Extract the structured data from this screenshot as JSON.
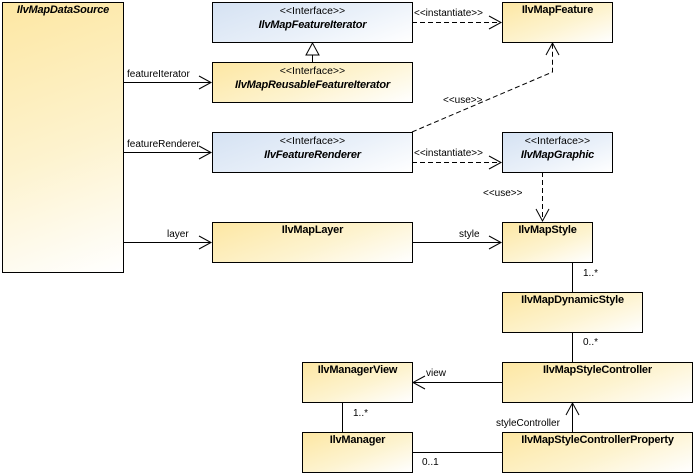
{
  "diagram": {
    "type": "UML class diagram",
    "stereotype_interface": "<<Interface>>",
    "colors": {
      "class_fill": "#fde7a3",
      "interface_fill": "#d5e2f3",
      "line": "#000000"
    },
    "classes": {
      "data_source": {
        "name": "IlvMapDataSource",
        "kind": "abstract"
      },
      "feature_iterator": {
        "name": "IlvMapFeatureIterator",
        "kind": "interface"
      },
      "reusable_iterator": {
        "name": "IlvMapReusableFeatureIterator",
        "kind": "interface"
      },
      "feature": {
        "name": "IlvMapFeature",
        "kind": "class"
      },
      "feature_renderer": {
        "name": "IlvFeatureRenderer",
        "kind": "interface"
      },
      "map_graphic": {
        "name": "IlvMapGraphic",
        "kind": "interface"
      },
      "map_layer": {
        "name": "IlvMapLayer",
        "kind": "class"
      },
      "map_style": {
        "name": "IlvMapStyle",
        "kind": "class"
      },
      "dynamic_style": {
        "name": "IlvMapDynamicStyle",
        "kind": "class"
      },
      "style_controller": {
        "name": "IlvMapStyleController",
        "kind": "class"
      },
      "manager_view": {
        "name": "IlvManagerView",
        "kind": "class"
      },
      "manager": {
        "name": "IlvManager",
        "kind": "class"
      },
      "controller_property": {
        "name": "IlvMapStyleControllerProperty",
        "kind": "class"
      }
    },
    "relations": {
      "feature_iterator_assoc": "featureIterator",
      "feature_renderer_assoc": "featureRenderer",
      "layer_assoc": "layer",
      "style_assoc": "style",
      "instantiate_feature": "<<instantiate>>",
      "instantiate_graphic": "<<instantiate>>",
      "use_feature": "<<use>>",
      "use_style": "<<use>>",
      "mult_style_dynamic": "1..*",
      "mult_dynamic_controller": "0..*",
      "view_assoc": "view",
      "mult_manager_view": "1..*",
      "style_controller_assoc": "styleController",
      "mult_manager_property": "0..1"
    }
  }
}
